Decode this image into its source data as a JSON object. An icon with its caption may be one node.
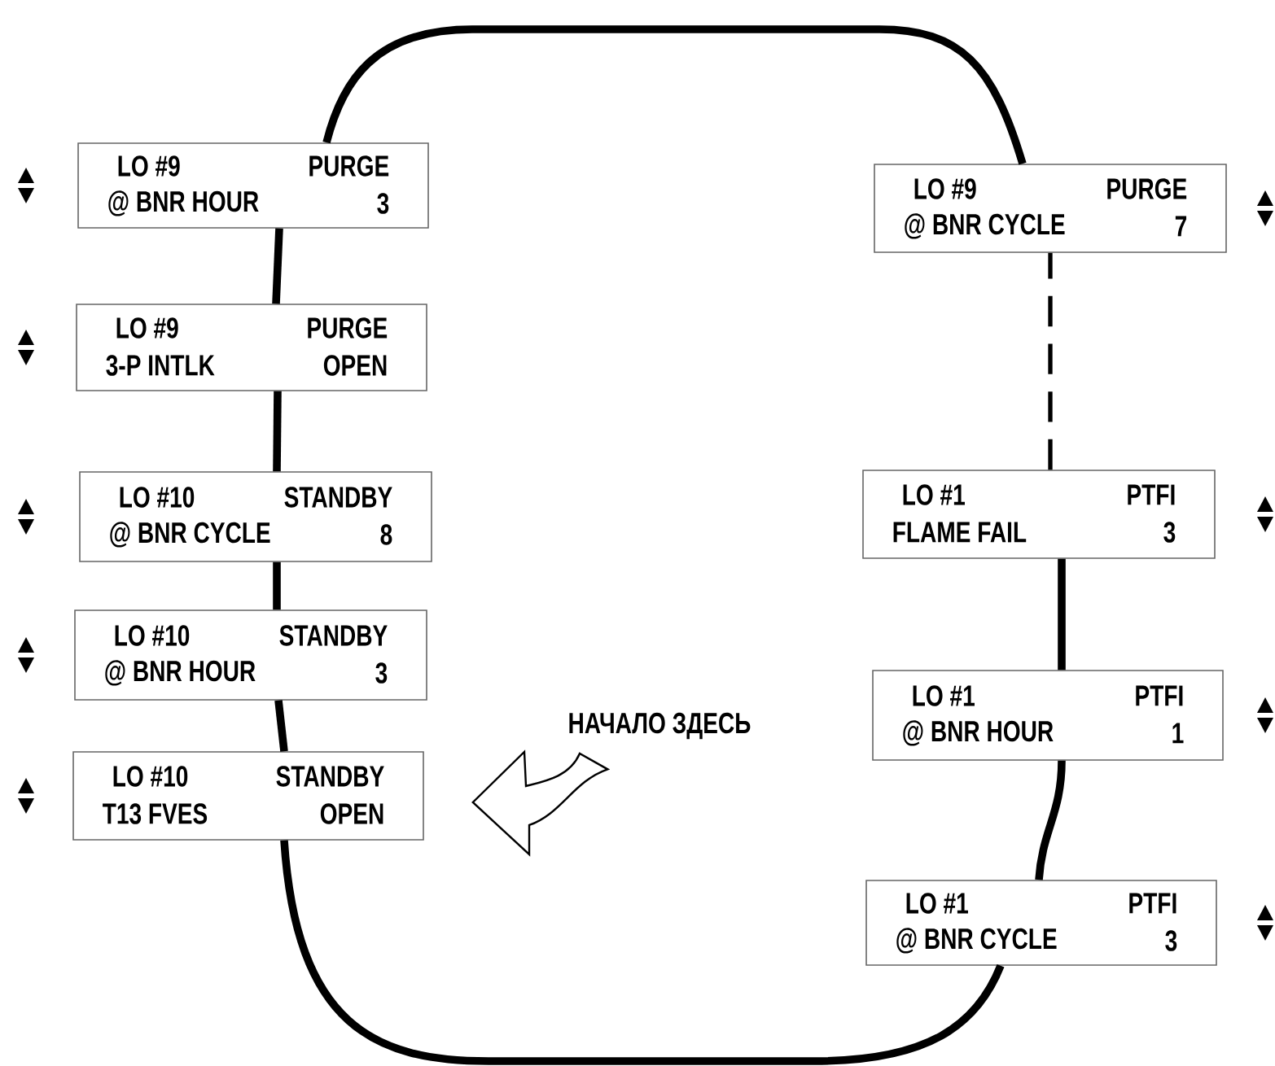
{
  "diagram": {
    "nodes": [
      {
        "text": [
          "LO #9",
          "PURGE",
          "@ BNR HOUR",
          "3"
        ]
      },
      {
        "text": [
          "LO #9",
          "PURGE",
          "3-P INTLK",
          "OPEN"
        ]
      },
      {
        "text": [
          "LO #10",
          "STANDBY",
          "@ BNR CYCLE",
          "8"
        ]
      },
      {
        "text": [
          "LO #10",
          "STANDBY",
          "@ BNR HOUR",
          "3"
        ]
      },
      {
        "text": [
          "LO #10",
          "STANDBY",
          "T13 FVES",
          "OPEN"
        ]
      },
      {
        "text": [
          "LO #9",
          "PURGE",
          "@ BNR CYCLE",
          "7"
        ]
      },
      {
        "text": [
          "LO #1",
          "PTFI",
          "FLAME FAIL",
          "3"
        ]
      },
      {
        "text": [
          "LO #1",
          "PTFI",
          "@ BNR HOUR",
          "1"
        ]
      },
      {
        "text": [
          "LO #1",
          "PTFI",
          "@ BNR CYCLE",
          "3"
        ]
      },
      {
        "text": [
          "НАЧАЛО ЗДЕСЬ"
        ]
      }
    ],
    "edges": [
      {
        "from": 0,
        "to": 1,
        "arrow": "none"
      },
      {
        "from": 1,
        "to": 2,
        "arrow": "none"
      },
      {
        "from": 2,
        "to": 3,
        "arrow": "none"
      },
      {
        "from": 3,
        "to": 4,
        "arrow": "none"
      },
      {
        "from": 4,
        "to": 8,
        "arrow": "none"
      },
      {
        "from": 8,
        "to": 7,
        "arrow": "none"
      },
      {
        "from": 7,
        "to": 6,
        "arrow": "none"
      },
      {
        "from": 6,
        "to": 5,
        "arrow": "none",
        "style": "dashed"
      },
      {
        "from": 5,
        "to": 0,
        "arrow": "none"
      },
      {
        "from": 9,
        "to": 4,
        "arrow": "to"
      }
    ]
  }
}
